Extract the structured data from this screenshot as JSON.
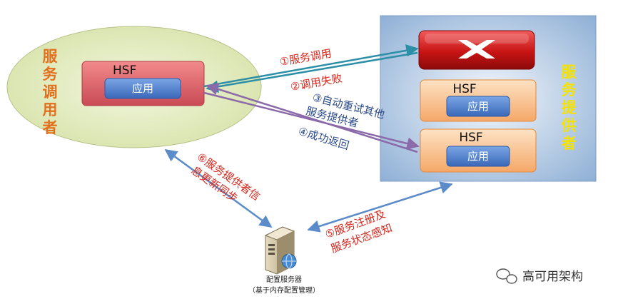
{
  "consumer": {
    "label": "服务调用者",
    "hsf": "HSF",
    "app": "应用"
  },
  "provider": {
    "label": "服务提供者",
    "boxes": [
      {
        "hsf": "HSF",
        "app": "应用"
      },
      {
        "hsf": "HSF",
        "app": "应用"
      }
    ]
  },
  "steps": {
    "s1": "①服务调用",
    "s2": "②调用失败",
    "s3_line1": "③自动重试其他",
    "s3_line2": "服务提供者",
    "s4": "④成功返回",
    "s5_line1": "⑤服务注册及",
    "s5_line2": "服务状态感知",
    "s6_line1": "⑥服务提供者信",
    "s6_line2": "息更新同步"
  },
  "config_server": {
    "line1": "配置服务器",
    "line2": "（基于内存配置管理）"
  },
  "watermark": {
    "text": "高可用架构"
  },
  "colors": {
    "consumer_fill": "#e4ecc4",
    "provider_panel": "#b8cde6",
    "failed_box": "#d81c1c",
    "app_box": "#4a78c8",
    "arrow_teal": "#2d8fa6",
    "arrow_purple": "#8a6aa8",
    "arrow_blue": "#5b8bc8"
  }
}
